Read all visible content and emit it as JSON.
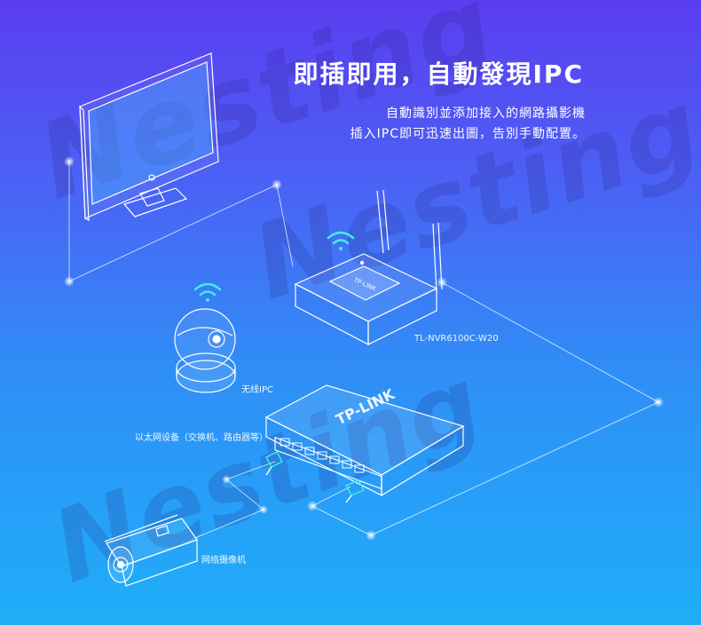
{
  "title": "即插即用，自動發現IPC",
  "subtitle": {
    "line1": "自動識別並添加接入的網路攝影機",
    "line2": "插入IPC即可迅速出圖，告別手動配置。"
  },
  "devices": {
    "nvr_model": "TL-NVR6100C-W20",
    "nvr_brand": "TP-LINK",
    "switch_brand": "TP-LINK",
    "wireless_ipc": "无线IPC",
    "ethernet_devices": "以太网设备（交换机、路由器等）",
    "bullet_camera": "网络摄像机"
  },
  "watermark": "Nesting",
  "colors": {
    "bg_top": "#5b3df0",
    "bg_bottom": "#1faef8",
    "line": "#ffffff",
    "wifi": "#3ff0e6"
  }
}
